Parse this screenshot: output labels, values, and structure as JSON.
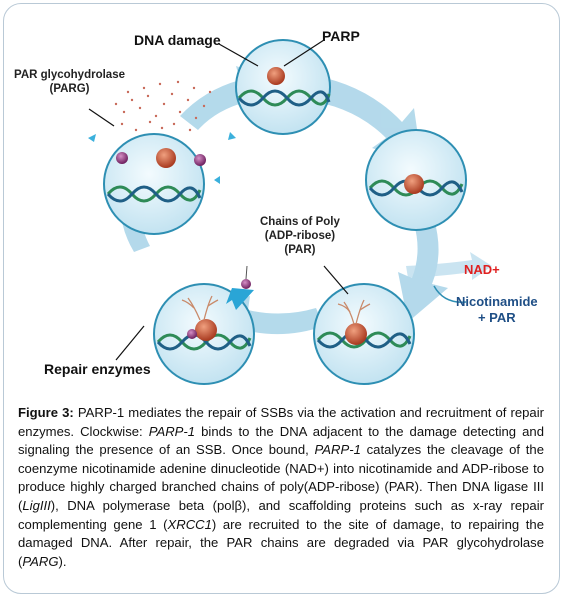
{
  "labels": {
    "dna_damage": "DNA damage",
    "parp": "PARP",
    "parg_line1": "PAR glycohydrolase",
    "parg_line2": "(PARG)",
    "chains_line1": "Chains of Poly",
    "chains_line2": "(ADP-ribose)",
    "chains_line3": "(PAR)",
    "nad": "NAD+",
    "nicotinamide_line1": "Nicotinamide",
    "nicotinamide_line2": "+ PAR",
    "repair_enzymes": "Repair enzymes"
  },
  "caption": {
    "figure_label": "Figure 3:",
    "t1": " PARP-1 mediates the repair of SSBs via the activation and recruitment of repair enzymes. Clockwise: ",
    "i1": "PARP-1",
    "t2": " binds to the DNA adjacent to the damage detecting and signaling the presence of an SSB. Once bound, ",
    "i2": "PARP-1",
    "t3": " catalyzes the cleavage of the coenzyme nicotinamide adenine dinucleotide (NAD+) into nicotinamide and ADP-ribose to produce highly charged branched chains of poly(ADP-ribose) (PAR). Then DNA ligase III (",
    "i3": "LigIII",
    "t4": "), DNA polymerase beta (polβ), and scaffolding proteins such as x-ray repair complementing gene 1 (",
    "i4": "XRCC1",
    "t5": ") are recruited to the site of damage, to repairing the damaged DNA. After repair, the PAR chains are degraded via PAR glycohydrolase (",
    "i5": "PARG",
    "t6": ")."
  },
  "colors": {
    "circle_fill": "#d9eef6",
    "circle_stroke": "#2e8fb3",
    "arrow": "#a7d3e8",
    "dna_green": "#2e8b57",
    "dna_blue": "#1f5f86",
    "protein": "#c0553a",
    "nad_red": "#e02020",
    "nicotinamide_blue": "#1f4f86"
  }
}
